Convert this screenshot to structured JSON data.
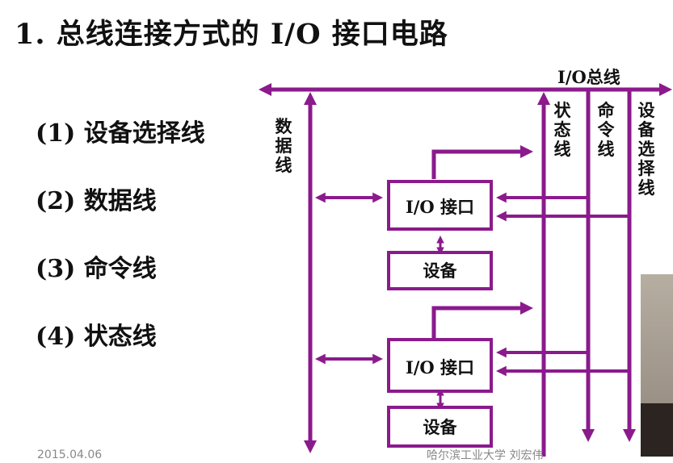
{
  "slide": {
    "title": "1. 总线连接方式的 I/O 接口电路",
    "items": [
      "(1) 设备选择线",
      "(2) 数据线",
      "(3) 命令线",
      "(4) 状态线"
    ],
    "footer_date": "2015.04.06",
    "footer_author": "哈尔滨工业大学 刘宏伟"
  },
  "diagram": {
    "bus_label": "I/O总线",
    "data_line_label": "数据线",
    "status_line_label": "状态线",
    "command_line_label": "命令线",
    "select_line_label": "设备选择线",
    "interface_label": "I/O 接口",
    "device_label": "设备",
    "line_color": "#8b1a8c"
  }
}
